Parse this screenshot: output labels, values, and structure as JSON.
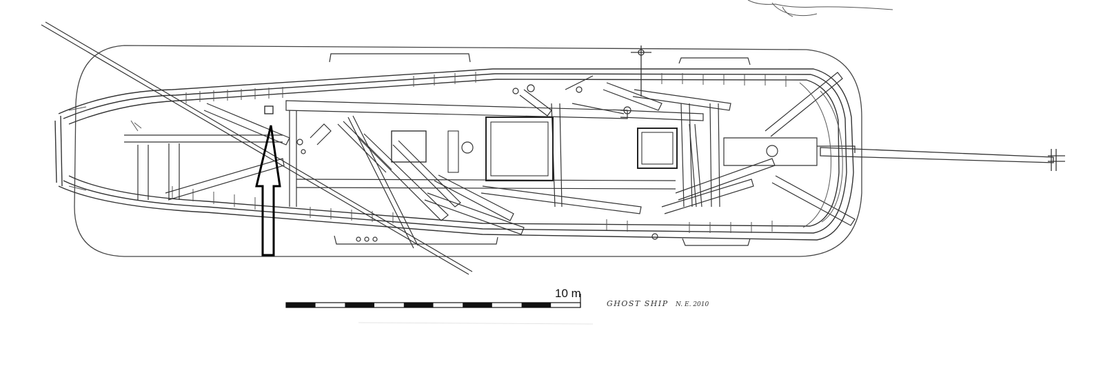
{
  "scale_bar": {
    "label": "10 m",
    "segments": 10
  },
  "caption": {
    "title": "GHOST SHIP",
    "signature": "N. E. 2010"
  },
  "colors": {
    "line": "#333333",
    "light_line": "#8a8a8a",
    "arrow": "#000000"
  }
}
